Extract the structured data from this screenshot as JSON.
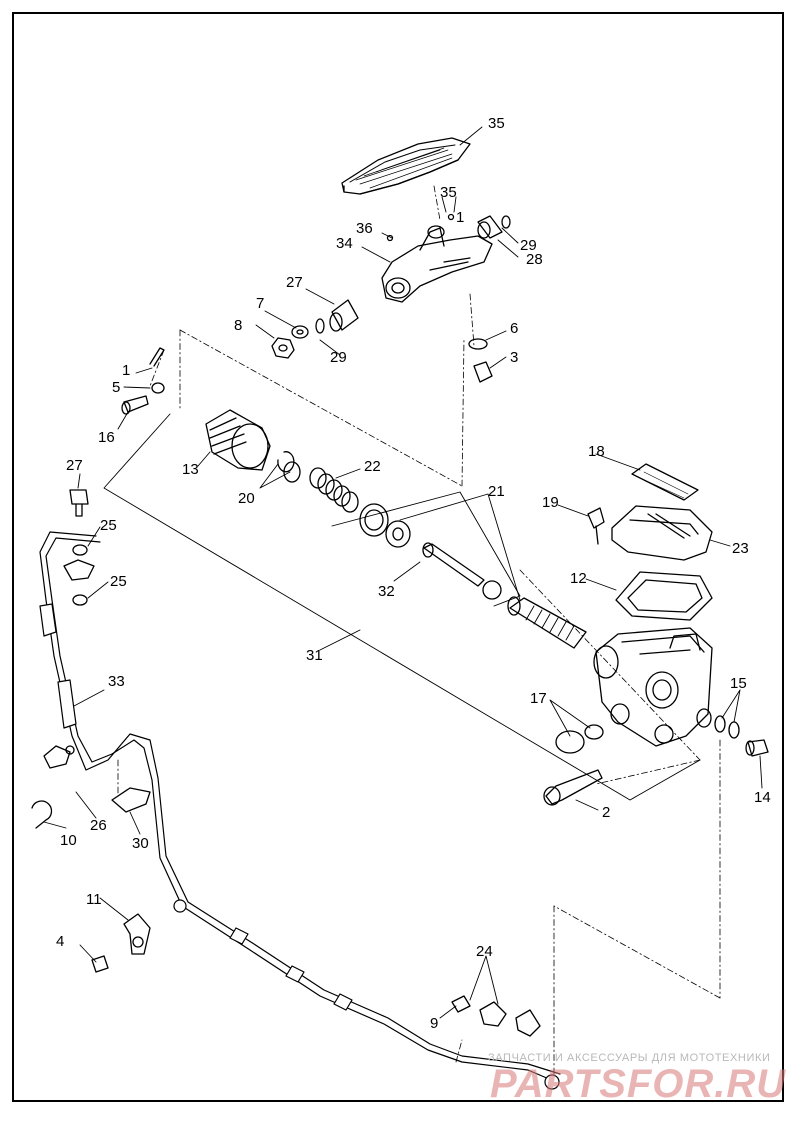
{
  "callouts": [
    {
      "id": "c1",
      "text": "1"
    },
    {
      "id": "c1b",
      "text": "1"
    },
    {
      "id": "c2",
      "text": "2"
    },
    {
      "id": "c3",
      "text": "3"
    },
    {
      "id": "c4",
      "text": "4"
    },
    {
      "id": "c5",
      "text": "5"
    },
    {
      "id": "c6",
      "text": "6"
    },
    {
      "id": "c7",
      "text": "7"
    },
    {
      "id": "c8",
      "text": "8"
    },
    {
      "id": "c9",
      "text": "9"
    },
    {
      "id": "c10",
      "text": "10"
    },
    {
      "id": "c11",
      "text": "11"
    },
    {
      "id": "c12",
      "text": "12"
    },
    {
      "id": "c13",
      "text": "13"
    },
    {
      "id": "c14",
      "text": "14"
    },
    {
      "id": "c15",
      "text": "15"
    },
    {
      "id": "c16",
      "text": "16"
    },
    {
      "id": "c17",
      "text": "17"
    },
    {
      "id": "c18",
      "text": "18"
    },
    {
      "id": "c19",
      "text": "19"
    },
    {
      "id": "c20",
      "text": "20"
    },
    {
      "id": "c21",
      "text": "21"
    },
    {
      "id": "c22",
      "text": "22"
    },
    {
      "id": "c23",
      "text": "23"
    },
    {
      "id": "c24",
      "text": "24"
    },
    {
      "id": "c25a",
      "text": "25"
    },
    {
      "id": "c25b",
      "text": "25"
    },
    {
      "id": "c26",
      "text": "26"
    },
    {
      "id": "c27a",
      "text": "27"
    },
    {
      "id": "c27b",
      "text": "27"
    },
    {
      "id": "c28",
      "text": "28"
    },
    {
      "id": "c29a",
      "text": "29"
    },
    {
      "id": "c29b",
      "text": "29"
    },
    {
      "id": "c30",
      "text": "30"
    },
    {
      "id": "c31",
      "text": "31"
    },
    {
      "id": "c32",
      "text": "32"
    },
    {
      "id": "c33",
      "text": "33"
    },
    {
      "id": "c34",
      "text": "34"
    },
    {
      "id": "c35a",
      "text": "35"
    },
    {
      "id": "c35b",
      "text": "35"
    },
    {
      "id": "c36",
      "text": "36"
    }
  ],
  "watermark": {
    "caption": "ЗАПЧАСТИ И АКСЕССУАРЫ ДЛЯ МОТОТЕХНИКИ",
    "logo": "PARTSFOR.RU"
  }
}
